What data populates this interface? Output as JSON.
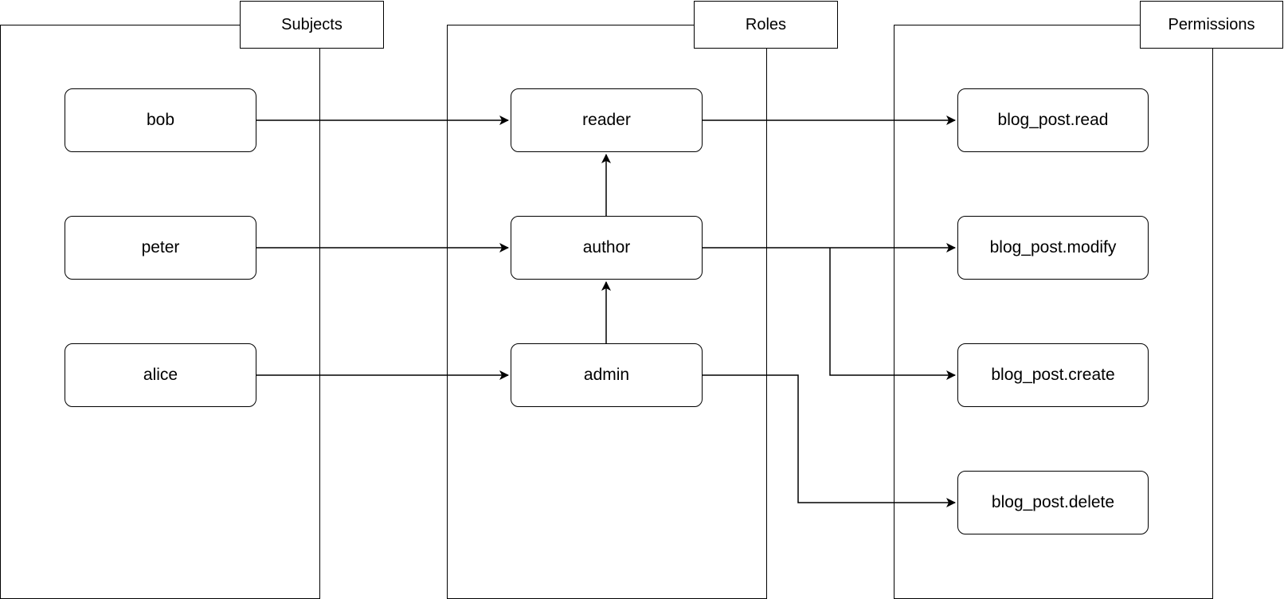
{
  "diagram": {
    "lanes": {
      "subjects": "Subjects",
      "roles": "Roles",
      "permissions": "Permissions"
    },
    "subjects": {
      "bob": "bob",
      "peter": "peter",
      "alice": "alice"
    },
    "roles": {
      "reader": "reader",
      "author": "author",
      "admin": "admin"
    },
    "permissions": {
      "read": "blog_post.read",
      "modify": "blog_post.modify",
      "create": "blog_post.create",
      "delete": "blog_post.delete"
    },
    "edges": [
      {
        "from": "bob",
        "to": "reader"
      },
      {
        "from": "peter",
        "to": "author"
      },
      {
        "from": "alice",
        "to": "admin"
      },
      {
        "from": "author",
        "to": "reader"
      },
      {
        "from": "admin",
        "to": "author"
      },
      {
        "from": "reader",
        "to": "blog_post.read"
      },
      {
        "from": "author",
        "to": "blog_post.modify"
      },
      {
        "from": "author",
        "to": "blog_post.create"
      },
      {
        "from": "admin",
        "to": "blog_post.delete"
      }
    ]
  }
}
